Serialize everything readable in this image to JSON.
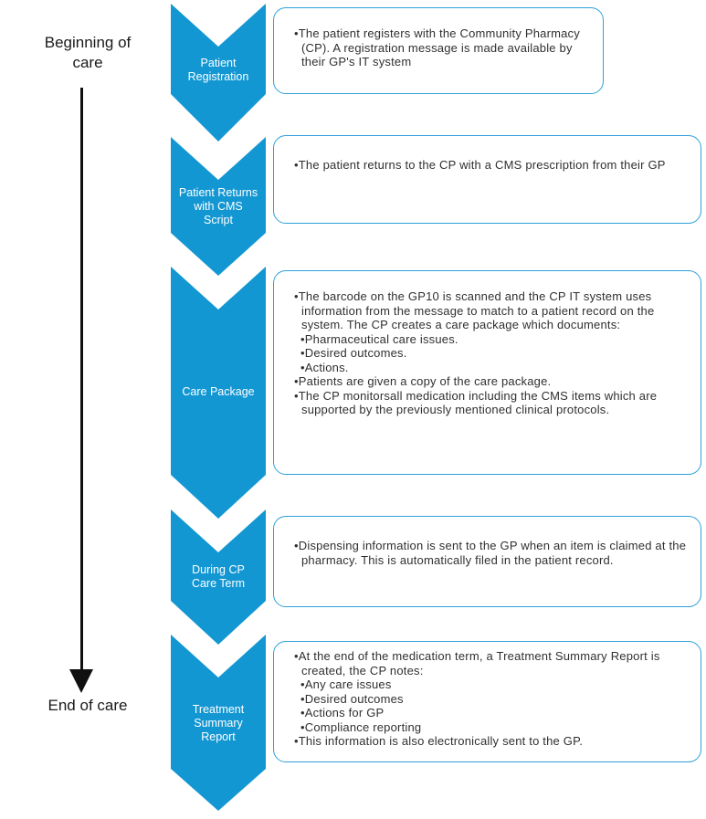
{
  "colors": {
    "chevron_fill": "#1397D3",
    "box_border": "#2EA1DA",
    "body_text": "#303030"
  },
  "timeline": {
    "start_label": "Beginning of\ncare",
    "end_label": "End of care"
  },
  "stages": [
    {
      "label": "Patient\nRegistration",
      "bullets": [
        {
          "level": 1,
          "text": "The patient registers with the Community Pharmacy (CP). A registration message is made available by their GP's IT system"
        }
      ]
    },
    {
      "label": "Patient Returns\nwith CMS\nScript",
      "bullets": [
        {
          "level": 1,
          "text": "The patient returns to the CP with a CMS prescription from their GP"
        }
      ]
    },
    {
      "label": "Care Package",
      "bullets": [
        {
          "level": 1,
          "text": "The barcode on the GP10 is scanned and the CP IT system uses information from the message to match to a patient record on the system. The CP creates a care package which documents:"
        },
        {
          "level": 2,
          "text": "Pharmaceutical care issues."
        },
        {
          "level": 2,
          "text": "Desired outcomes."
        },
        {
          "level": 2,
          "text": "Actions."
        },
        {
          "level": 1,
          "text": "Patients are given a copy of the care package."
        },
        {
          "level": 1,
          "text": "The CP monitorsall medication including the CMS items which are supported by the previously mentioned clinical protocols."
        }
      ]
    },
    {
      "label": "During CP\nCare Term",
      "bullets": [
        {
          "level": 1,
          "text": "Dispensing information is sent to the GP when an item is claimed at the pharmacy. This is automatically filed in the patient record."
        }
      ]
    },
    {
      "label": "Treatment\nSummary\nReport",
      "bullets": [
        {
          "level": 1,
          "text": "At the end of the medication term, a Treatment Summary Report is created, the CP notes:"
        },
        {
          "level": 2,
          "text": "Any care issues"
        },
        {
          "level": 2,
          "text": "Desired outcomes"
        },
        {
          "level": 2,
          "text": "Actions for GP"
        },
        {
          "level": 2,
          "text": "Compliance reporting"
        },
        {
          "level": 1,
          "text": "This information is also electronically sent to the GP."
        }
      ]
    }
  ]
}
